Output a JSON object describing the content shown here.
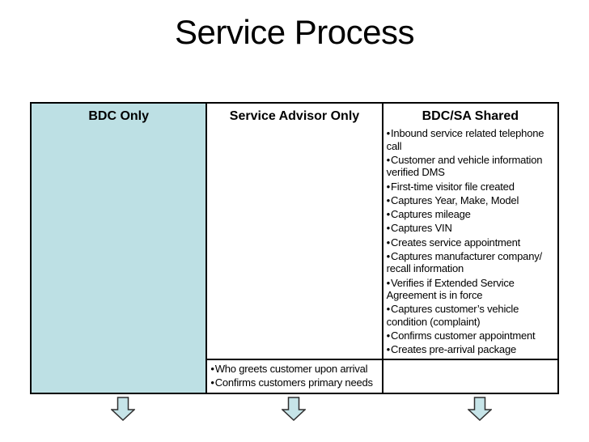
{
  "slide": {
    "title": "Service Process"
  },
  "table": {
    "columns": [
      {
        "header": "BDC Only",
        "bullets": [],
        "bottom_bullets": []
      },
      {
        "header": "Service Advisor Only",
        "bullets": [],
        "bottom_bullets": [
          "Who greets customer upon arrival",
          "Confirms customers primary needs"
        ]
      },
      {
        "header": "BDC/SA Shared",
        "bullets": [
          "Inbound service related telephone call",
          "Customer and vehicle information verified DMS",
          "First-time visitor file created",
          "Captures Year, Make, Model",
          "Captures mileage",
          "Captures VIN",
          "Creates service appointment",
          "Captures manufacturer company/ recall information",
          "Verifies if Extended Service Agreement is in force",
          "Captures customer’s vehicle condition (complaint)",
          "Confirms customer appointment",
          "Creates pre-arrival package"
        ],
        "bottom_bullets": []
      }
    ]
  },
  "arrows": {
    "count": 3,
    "direction": "down"
  },
  "colors": {
    "cell_fill": "#BDE0E4",
    "arrow_fill": "#C6E4E8",
    "arrow_stroke": "#2F2F2F",
    "table_border": "#000000"
  }
}
